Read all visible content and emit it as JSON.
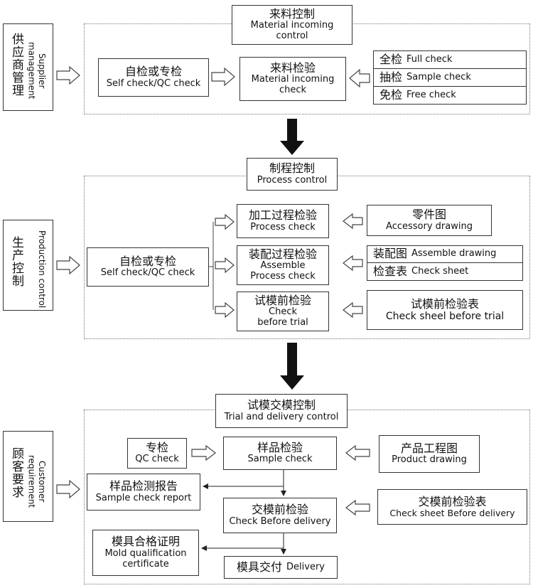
{
  "sections": {
    "supplier": {
      "side_zh": "供应商管理",
      "side_en": "Supplier management",
      "title_zh": "来料控制",
      "title_en": "Material incoming control"
    },
    "production": {
      "side_zh": "生产控制",
      "side_en": "Production control",
      "title_zh": "制程控制",
      "title_en": "Process control"
    },
    "customer": {
      "side_zh": "顾客要求",
      "side_en": "Customer requirement",
      "title_zh": "试模交模控制",
      "title_en": "Trial and delivery control"
    }
  },
  "supplier_nodes": {
    "self_check": {
      "zh": "自检或专检",
      "en": "Self check/QC check"
    },
    "material_check": {
      "zh": "来料检验",
      "en": "Material incoming check"
    },
    "full_check": {
      "zh": "全检",
      "en": "Full check"
    },
    "sample_check": {
      "zh": "抽检",
      "en": "Sample check"
    },
    "free_check": {
      "zh": "免检",
      "en": "Free check"
    }
  },
  "production_nodes": {
    "self_check": {
      "zh": "自检或专检",
      "en": "Self check/QC check"
    },
    "process_check": {
      "zh": "加工过程检验",
      "en": "Process check"
    },
    "assemble_check": {
      "zh": "装配过程检验",
      "en": "Assemble Process check"
    },
    "trial_check": {
      "zh": "试模前检验",
      "en": "Check before trial"
    },
    "accessory": {
      "zh": "零件图",
      "en": "Accessory drawing"
    },
    "assemble_drawing": {
      "zh": "装配图",
      "en": "Assemble drawing"
    },
    "check_sheet": {
      "zh": "检查表",
      "en": "Check sheet"
    },
    "trial_sheet": {
      "zh": "试模前检验表",
      "en": "Check sheel before trial"
    }
  },
  "customer_nodes": {
    "qc_check": {
      "zh": "专检",
      "en": "QC check"
    },
    "sample_check": {
      "zh": "样品检验",
      "en": "Sample check"
    },
    "product_drawing": {
      "zh": "产品工程图",
      "en": "Product drawing"
    },
    "sample_report": {
      "zh": "样品检测报告",
      "en": "Sample check report"
    },
    "check_before_delivery": {
      "zh": "交模前检验",
      "en": "Check Before delivery"
    },
    "delivery_sheet": {
      "zh": "交模前检验表",
      "en": "Check sheet Before delivery"
    },
    "mold_cert": {
      "zh": "模具合格证明",
      "en": "Mold qualification certificate"
    },
    "delivery": {
      "zh": "模具交付",
      "en": "Delivery"
    }
  }
}
